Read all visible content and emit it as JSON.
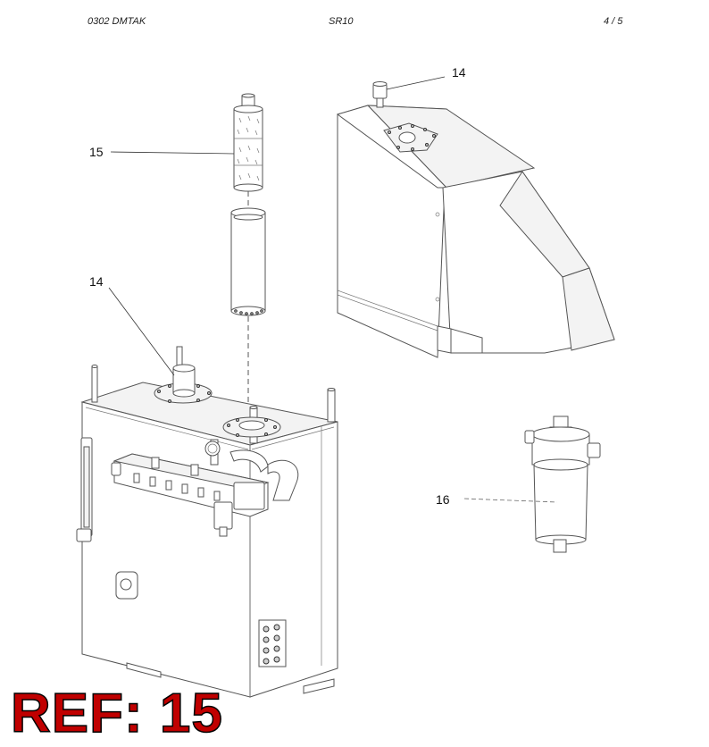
{
  "header": {
    "left": "0302   DMTAK",
    "center": "SR10",
    "right": "4 / 5"
  },
  "callouts": {
    "top_cap": "14",
    "filter_element": "15",
    "tank_breather": "14",
    "inline_filter": "16"
  },
  "ref_label": "REF: 15",
  "colors": {
    "ref_fill": "#c00000",
    "ref_outline": "#000000"
  }
}
